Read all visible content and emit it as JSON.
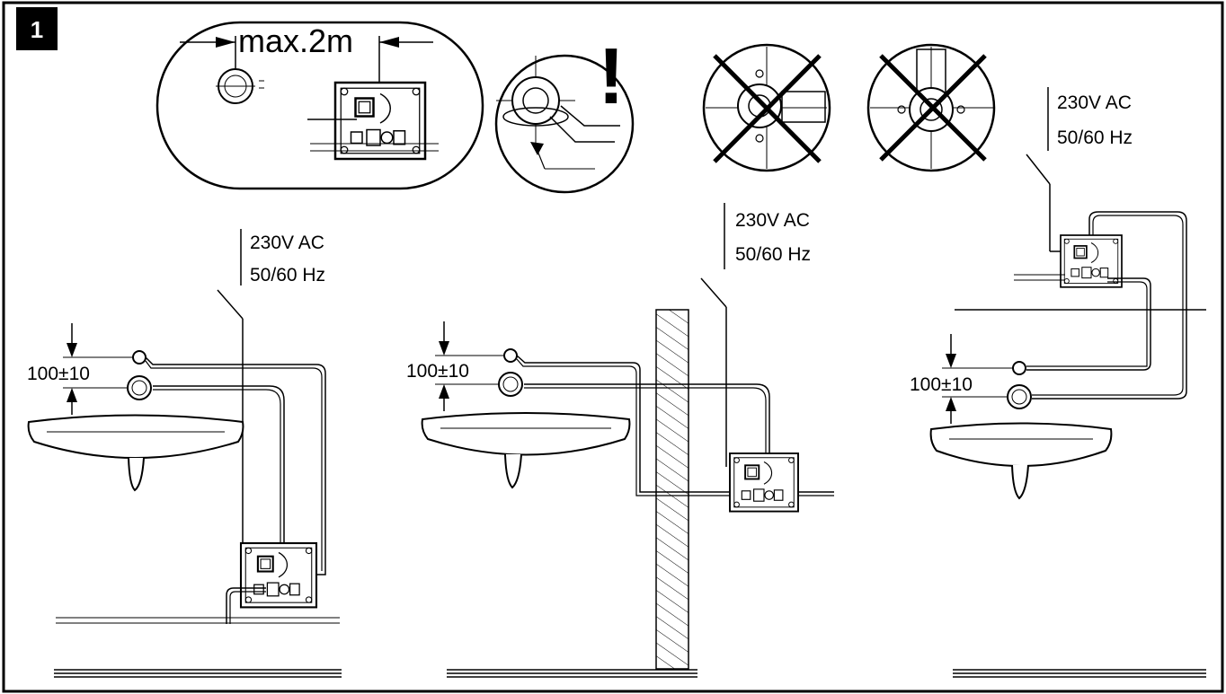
{
  "step_number": "1",
  "detail_distance_label": "max.2m",
  "warning_symbol": "!",
  "panel_1": {
    "voltage": "230V AC",
    "frequency": "50/60 Hz",
    "height_dim": "100±10"
  },
  "panel_2": {
    "voltage": "230V AC",
    "frequency": "50/60 Hz",
    "height_dim": "100±10"
  },
  "panel_3": {
    "voltage": "230V AC",
    "frequency": "50/60 Hz",
    "height_dim": "100±10"
  },
  "icons": [
    "warning-exclamation-icon",
    "cross-out-icon"
  ]
}
